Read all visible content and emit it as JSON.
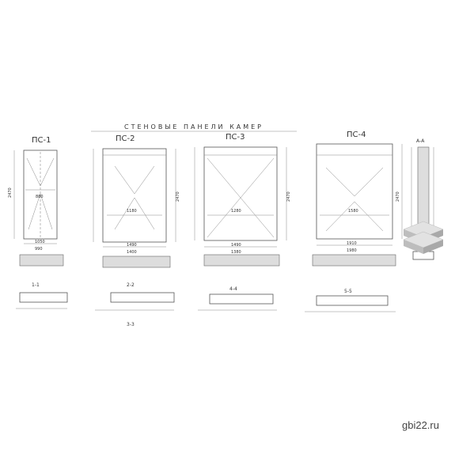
{
  "title": "СТЕНОВЫЕ ПАНЕЛИ КАМЕР",
  "panels": [
    {
      "label": "ПС-1",
      "height": "2470",
      "width": "1050",
      "mid": "880",
      "base": "990"
    },
    {
      "label": "ПС-2",
      "height": "2470",
      "width": "1490",
      "mid": "1180",
      "base": "1400"
    },
    {
      "label": "ПС-3",
      "height": "2470",
      "width": "1490",
      "mid": "1280",
      "base": "1380"
    },
    {
      "label": "ПС-4",
      "height": "2470",
      "width": "1910",
      "mid": "1580",
      "base": "1980"
    }
  ],
  "side_label": "А-А",
  "sections": [
    "1-1",
    "2-2",
    "3-3",
    "4-4",
    "5-5"
  ],
  "watermark": "gbi22.ru"
}
